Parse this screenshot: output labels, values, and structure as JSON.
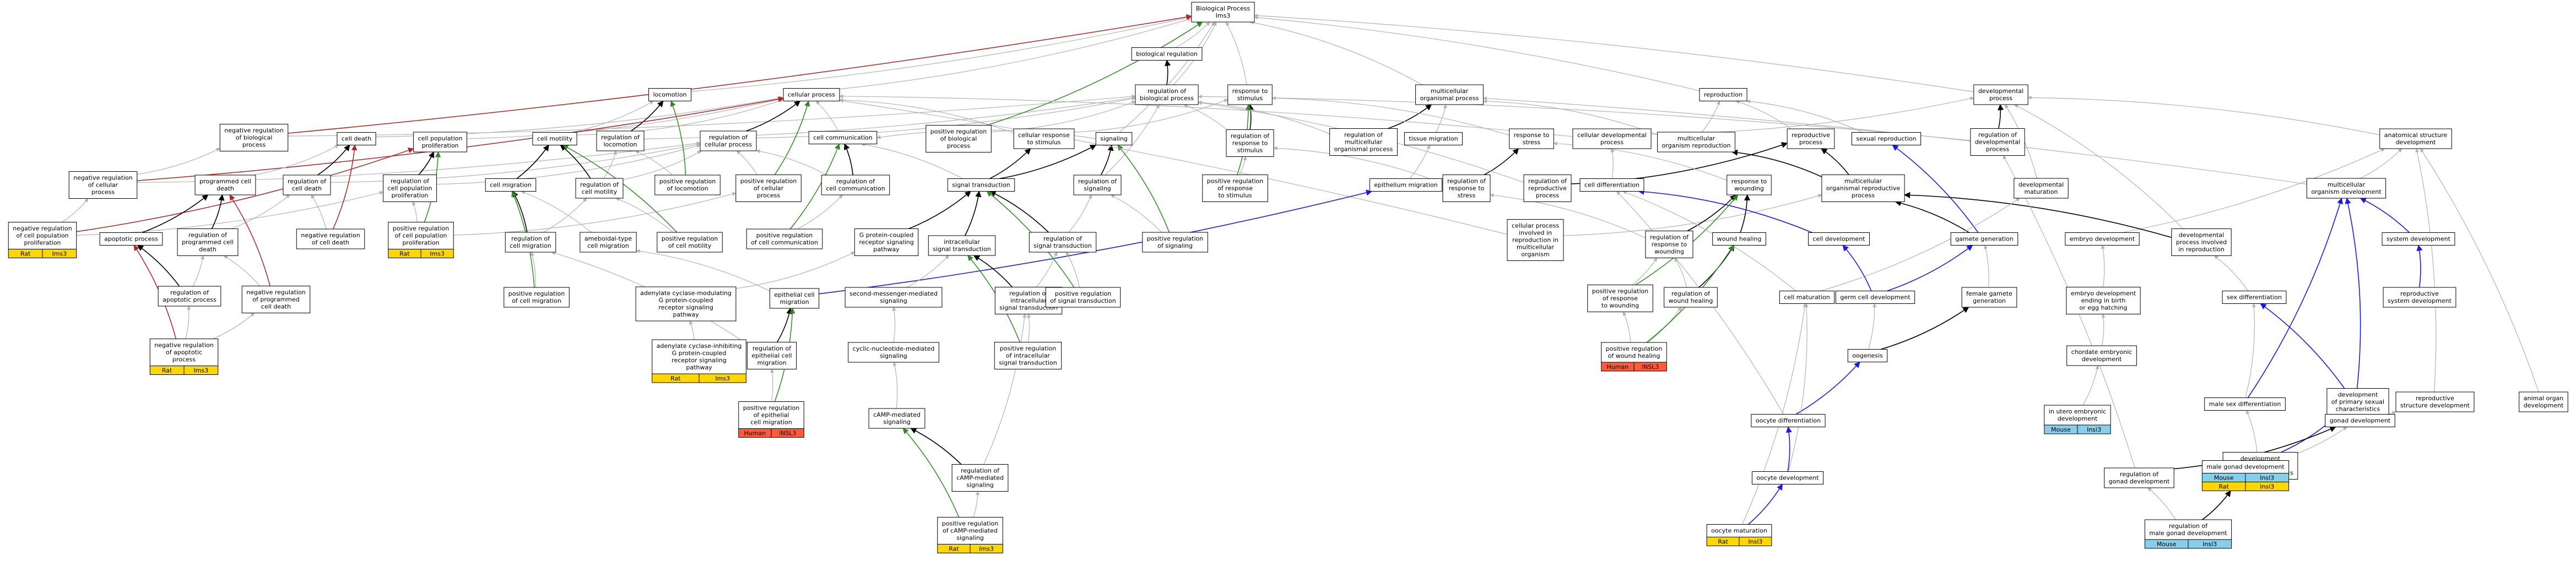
{
  "colors": {
    "node_fill": "#ffffff",
    "node_stroke": "#000000",
    "edge_is_a": "#b3b3b3",
    "edge_part_of": "#000000",
    "edge_positive": "#2e8b20",
    "edge_negative": "#b22222",
    "edge_regulates": "#1a1ae6",
    "tag_rat": "#ffd700",
    "tag_human": "#ff5a3c",
    "tag_mouse": "#87ceeb"
  },
  "nodes": [
    {
      "id": "bp",
      "lines": [
        "Biological Process",
        "Ims3"
      ]
    },
    {
      "id": "breg",
      "lines": [
        "biological regulation"
      ]
    },
    {
      "id": "rbp",
      "lines": [
        "regulation of",
        "biological process"
      ]
    },
    {
      "id": "rstim",
      "lines": [
        "response to",
        "stimulus"
      ]
    },
    {
      "id": "mop",
      "lines": [
        "multicellular",
        "organismal process"
      ]
    },
    {
      "id": "repro",
      "lines": [
        "reproduction"
      ]
    },
    {
      "id": "devp",
      "lines": [
        "developmental",
        "process"
      ]
    },
    {
      "id": "loco",
      "lines": [
        "locomotion"
      ]
    },
    {
      "id": "cellp",
      "lines": [
        "cellular process"
      ]
    },
    {
      "id": "nrbp",
      "lines": [
        "negative regulation",
        "of biological",
        "process"
      ]
    },
    {
      "id": "celldeath",
      "lines": [
        "cell death"
      ]
    },
    {
      "id": "cpp",
      "lines": [
        "cell population",
        "proliferation"
      ]
    },
    {
      "id": "cmot",
      "lines": [
        "cell motility"
      ]
    },
    {
      "id": "rloco",
      "lines": [
        "regulation of",
        "locomotion"
      ]
    },
    {
      "id": "rcp",
      "lines": [
        "regulation of",
        "cellular process"
      ]
    },
    {
      "id": "ccomm",
      "lines": [
        "cell communication"
      ]
    },
    {
      "id": "prbp",
      "lines": [
        "positive regulation",
        "of biological",
        "process"
      ]
    },
    {
      "id": "crs",
      "lines": [
        "cellular response",
        "to stimulus"
      ]
    },
    {
      "id": "sig",
      "lines": [
        "signaling"
      ]
    },
    {
      "id": "rrstim",
      "lines": [
        "regulation of",
        "response to",
        "stimulus"
      ]
    },
    {
      "id": "rmop",
      "lines": [
        "regulation of",
        "multicellular",
        "organismal process"
      ]
    },
    {
      "id": "tmig",
      "lines": [
        "tissue migration"
      ]
    },
    {
      "id": "rts",
      "lines": [
        "response to",
        "stress"
      ]
    },
    {
      "id": "rrp",
      "lines": [
        "reproductive",
        "process"
      ]
    },
    {
      "id": "cdp",
      "lines": [
        "cellular developmental",
        "process"
      ]
    },
    {
      "id": "morp",
      "lines": [
        "multicellular",
        "organism reproduction"
      ]
    },
    {
      "id": "sexrep",
      "lines": [
        "sexual reproduction"
      ]
    },
    {
      "id": "rdp",
      "lines": [
        "regulation of",
        "developmental",
        "process"
      ]
    },
    {
      "id": "asd",
      "lines": [
        "anatomical structure",
        "development"
      ]
    },
    {
      "id": "nrcp",
      "lines": [
        "negative regulation",
        "of cellular",
        "process"
      ]
    },
    {
      "id": "pcd",
      "lines": [
        "programmed cell",
        "death"
      ]
    },
    {
      "id": "rcd",
      "lines": [
        "regulation of",
        "cell death"
      ]
    },
    {
      "id": "rcpp",
      "lines": [
        "regulation of",
        "cell population",
        "proliferation"
      ]
    },
    {
      "id": "cmig",
      "lines": [
        "cell migration"
      ]
    },
    {
      "id": "rcmot",
      "lines": [
        "regulation of",
        "cell motility"
      ]
    },
    {
      "id": "prloco",
      "lines": [
        "positive regulation",
        "of locomotion"
      ]
    },
    {
      "id": "prcp",
      "lines": [
        "positive regulation",
        "of cellular",
        "process"
      ]
    },
    {
      "id": "rccomm",
      "lines": [
        "regulation of",
        "cell communication"
      ]
    },
    {
      "id": "st",
      "lines": [
        "signal transduction"
      ]
    },
    {
      "id": "rsig",
      "lines": [
        "regulation of",
        "signaling"
      ]
    },
    {
      "id": "prrstim",
      "lines": [
        "positive regulation",
        "of response",
        "to stimulus"
      ]
    },
    {
      "id": "epimig",
      "lines": [
        "epithelium migration"
      ]
    },
    {
      "id": "rrts",
      "lines": [
        "regulation of",
        "response to",
        "stress"
      ]
    },
    {
      "id": "rrrp",
      "lines": [
        "regulation of",
        "reproductive",
        "process"
      ]
    },
    {
      "id": "cdiff",
      "lines": [
        "cell differentiation"
      ]
    },
    {
      "id": "rtw",
      "lines": [
        "response to",
        "wounding"
      ]
    },
    {
      "id": "morpp",
      "lines": [
        "multicellular",
        "organismal reproductive",
        "process"
      ]
    },
    {
      "id": "devmat",
      "lines": [
        "developmental",
        "maturation"
      ]
    },
    {
      "id": "mod",
      "lines": [
        "multicellular",
        "organism development"
      ]
    },
    {
      "id": "nrcpp",
      "lines": [
        "negative regulation",
        "of cell population",
        "proliferation"
      ],
      "tags": [
        "Rat",
        "Ims3"
      ]
    },
    {
      "id": "apop",
      "lines": [
        "apoptotic process"
      ]
    },
    {
      "id": "rpcd",
      "lines": [
        "regulation of",
        "programmed cell",
        "death"
      ]
    },
    {
      "id": "nrcd",
      "lines": [
        "negative regulation",
        "of cell death"
      ]
    },
    {
      "id": "prcpp",
      "lines": [
        "positive regulation",
        "of cell population",
        "proliferation"
      ],
      "tags": [
        "Rat",
        "Ims3"
      ]
    },
    {
      "id": "rcmig",
      "lines": [
        "regulation of",
        "cell migration"
      ]
    },
    {
      "id": "ameb",
      "lines": [
        "ameboidal-type",
        "cell migration"
      ]
    },
    {
      "id": "prcmot",
      "lines": [
        "positive regulation",
        "of cell motility"
      ]
    },
    {
      "id": "prccomm",
      "lines": [
        "positive regulation",
        "of cell communication"
      ]
    },
    {
      "id": "gpcr",
      "lines": [
        "G protein-coupled",
        "receptor signaling",
        "pathway"
      ]
    },
    {
      "id": "ist",
      "lines": [
        "intracellular",
        "signal transduction"
      ]
    },
    {
      "id": "rst",
      "lines": [
        "regulation of",
        "signal transduction"
      ]
    },
    {
      "id": "prsig",
      "lines": [
        "positive regulation",
        "of signaling"
      ]
    },
    {
      "id": "cpir",
      "lines": [
        "cellular process",
        "involved in",
        "reproduction in",
        "multicellular",
        "organism"
      ]
    },
    {
      "id": "rrtw",
      "lines": [
        "regulation of",
        "response to",
        "wounding"
      ]
    },
    {
      "id": "wh",
      "lines": [
        "wound healing"
      ]
    },
    {
      "id": "celldev",
      "lines": [
        "cell development"
      ]
    },
    {
      "id": "gamgen",
      "lines": [
        "gamete generation"
      ]
    },
    {
      "id": "embdev",
      "lines": [
        "embryo development"
      ]
    },
    {
      "id": "dpir",
      "lines": [
        "developmental",
        "process involved",
        "in reproduction"
      ]
    },
    {
      "id": "sysdev",
      "lines": [
        "system development"
      ]
    },
    {
      "id": "rap",
      "lines": [
        "regulation of",
        "apoptotic process"
      ]
    },
    {
      "id": "nrpcd",
      "lines": [
        "negative regulation",
        "of programmed",
        "cell death"
      ]
    },
    {
      "id": "prcmig",
      "lines": [
        "positive regulation",
        "of cell migration"
      ]
    },
    {
      "id": "acgp",
      "lines": [
        "adenylate cyclase-modulating",
        "G protein-coupled",
        "receptor signaling",
        "pathway"
      ]
    },
    {
      "id": "ecm",
      "lines": [
        "epithelial cell",
        "migration"
      ]
    },
    {
      "id": "smm",
      "lines": [
        "second-messenger-mediated",
        "signaling"
      ]
    },
    {
      "id": "rist",
      "lines": [
        "regulation of",
        "intracellular",
        "signal transduction"
      ]
    },
    {
      "id": "prst",
      "lines": [
        "positive regulation",
        "of signal transduction"
      ]
    },
    {
      "id": "prrtw",
      "lines": [
        "positive regulation",
        "of response",
        "to wounding"
      ]
    },
    {
      "id": "rwh",
      "lines": [
        "regulation of",
        "wound healing"
      ]
    },
    {
      "id": "cmat",
      "lines": [
        "cell maturation"
      ]
    },
    {
      "id": "gcd",
      "lines": [
        "germ cell development"
      ]
    },
    {
      "id": "fgg",
      "lines": [
        "female gamete",
        "generation"
      ]
    },
    {
      "id": "edeb",
      "lines": [
        "embryo development",
        "ending in birth",
        "or egg hatching"
      ]
    },
    {
      "id": "sexdiff",
      "lines": [
        "sex differentiation"
      ]
    },
    {
      "id": "rsd",
      "lines": [
        "reproductive",
        "system development"
      ]
    },
    {
      "id": "nrap",
      "lines": [
        "negative regulation",
        "of apoptotic",
        "process"
      ],
      "tags": [
        "Rat",
        "Ims3"
      ]
    },
    {
      "id": "acigp",
      "lines": [
        "adenylate cyclase-inhibiting",
        "G protein-coupled",
        "receptor signaling",
        "pathway"
      ],
      "tags": [
        "Rat",
        "Ims3"
      ]
    },
    {
      "id": "recm",
      "lines": [
        "regulation of",
        "epithelial cell",
        "migration"
      ]
    },
    {
      "id": "cnms",
      "lines": [
        "cyclic-nucleotide-mediated",
        "signaling"
      ]
    },
    {
      "id": "prist",
      "lines": [
        "positive regulation",
        "of intracellular",
        "signal transduction"
      ]
    },
    {
      "id": "prwh",
      "lines": [
        "positive regulation",
        "of wound healing"
      ],
      "tags": [
        "Human",
        "INSL3"
      ]
    },
    {
      "id": "oogen",
      "lines": [
        "oogenesis"
      ]
    },
    {
      "id": "ced",
      "lines": [
        "chordate embryonic",
        "development"
      ]
    },
    {
      "id": "msd",
      "lines": [
        "male sex differentiation"
      ]
    },
    {
      "id": "dpsc",
      "lines": [
        "development",
        "of primary sexual",
        "characteristics"
      ]
    },
    {
      "id": "rsad",
      "lines": [
        "reproductive",
        "structure development"
      ]
    },
    {
      "id": "aod",
      "lines": [
        "animal organ",
        "development"
      ]
    },
    {
      "id": "precm",
      "lines": [
        "positive regulation",
        "of epithelial",
        "cell migration"
      ],
      "tags": [
        "Human",
        "INSL3"
      ]
    },
    {
      "id": "camp",
      "lines": [
        "cAMP-mediated",
        "signaling"
      ]
    },
    {
      "id": "iued",
      "lines": [
        "in utero embryonic",
        "development"
      ],
      "tags": [
        "Mouse",
        "Insl3"
      ]
    },
    {
      "id": "ocd",
      "lines": [
        "oocyte differentiation"
      ]
    },
    {
      "id": "dpmsc",
      "lines": [
        "development",
        "of primary male",
        "sexual characteristics"
      ]
    },
    {
      "id": "gonad",
      "lines": [
        "gonad development"
      ]
    },
    {
      "id": "rcamp",
      "lines": [
        "regulation of",
        "cAMP-mediated",
        "signaling"
      ]
    },
    {
      "id": "oodev",
      "lines": [
        "oocyte development"
      ]
    },
    {
      "id": "rgd",
      "lines": [
        "regulation of",
        "gonad development"
      ]
    },
    {
      "id": "mgd",
      "lines": [
        "male gonad development"
      ],
      "tags": [
        "Mouse",
        "Insl3",
        "Rat",
        "Insl3"
      ]
    },
    {
      "id": "prcamp",
      "lines": [
        "positive regulation",
        "of cAMP-mediated",
        "signaling"
      ],
      "tags": [
        "Rat",
        "Ims3"
      ]
    },
    {
      "id": "oomat",
      "lines": [
        "oocyte maturation"
      ],
      "tags": [
        "Rat",
        "Insl3"
      ]
    },
    {
      "id": "rmgd",
      "lines": [
        "regulation of",
        "male gonad development"
      ],
      "tags": [
        "Mouse",
        "Insl3"
      ]
    }
  ]
}
